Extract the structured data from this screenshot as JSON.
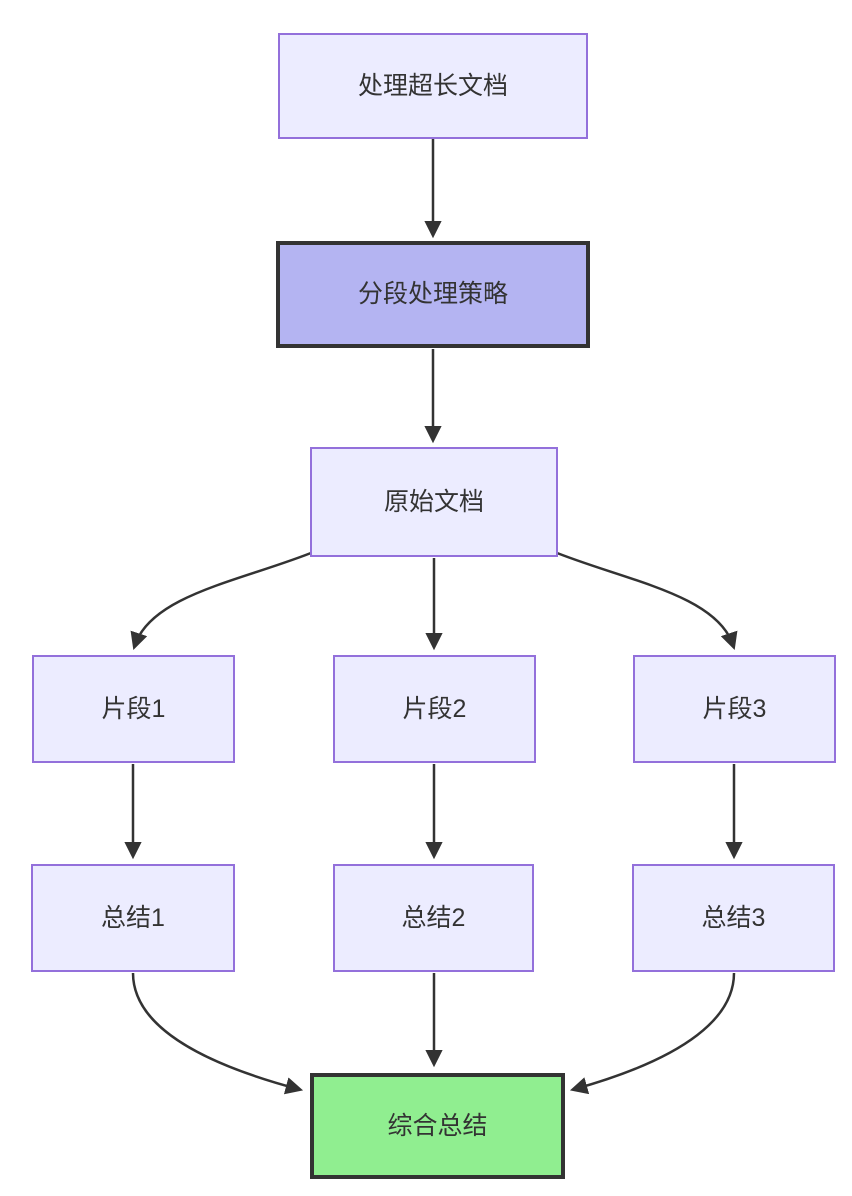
{
  "diagram": {
    "type": "flowchart",
    "direction": "top-down",
    "nodes": [
      {
        "id": "A",
        "label": "处理超长文档",
        "kind": "default"
      },
      {
        "id": "B",
        "label": "分段处理策略",
        "kind": "emphasis"
      },
      {
        "id": "C",
        "label": "原始文档",
        "kind": "default"
      },
      {
        "id": "D1",
        "label": "片段1",
        "kind": "default"
      },
      {
        "id": "D2",
        "label": "片段2",
        "kind": "default"
      },
      {
        "id": "D3",
        "label": "片段3",
        "kind": "default"
      },
      {
        "id": "E1",
        "label": "总结1",
        "kind": "default"
      },
      {
        "id": "E2",
        "label": "总结2",
        "kind": "default"
      },
      {
        "id": "E3",
        "label": "总结3",
        "kind": "default"
      },
      {
        "id": "F",
        "label": "综合总结",
        "kind": "result"
      }
    ],
    "edges": [
      {
        "from": "A",
        "to": "B"
      },
      {
        "from": "B",
        "to": "C"
      },
      {
        "from": "C",
        "to": "D1"
      },
      {
        "from": "C",
        "to": "D2"
      },
      {
        "from": "C",
        "to": "D3"
      },
      {
        "from": "D1",
        "to": "E1"
      },
      {
        "from": "D2",
        "to": "E2"
      },
      {
        "from": "D3",
        "to": "E3"
      },
      {
        "from": "E1",
        "to": "F"
      },
      {
        "from": "E2",
        "to": "F"
      },
      {
        "from": "E3",
        "to": "F"
      }
    ],
    "colors": {
      "node_fill": "#ececff",
      "node_border": "#9370db",
      "emphasis_fill": "#b4b4f2",
      "emphasis_border": "#333333",
      "result_fill": "#90ee90",
      "result_border": "#333333",
      "edge": "#333333",
      "text": "#333333",
      "background": "#ffffff"
    }
  }
}
